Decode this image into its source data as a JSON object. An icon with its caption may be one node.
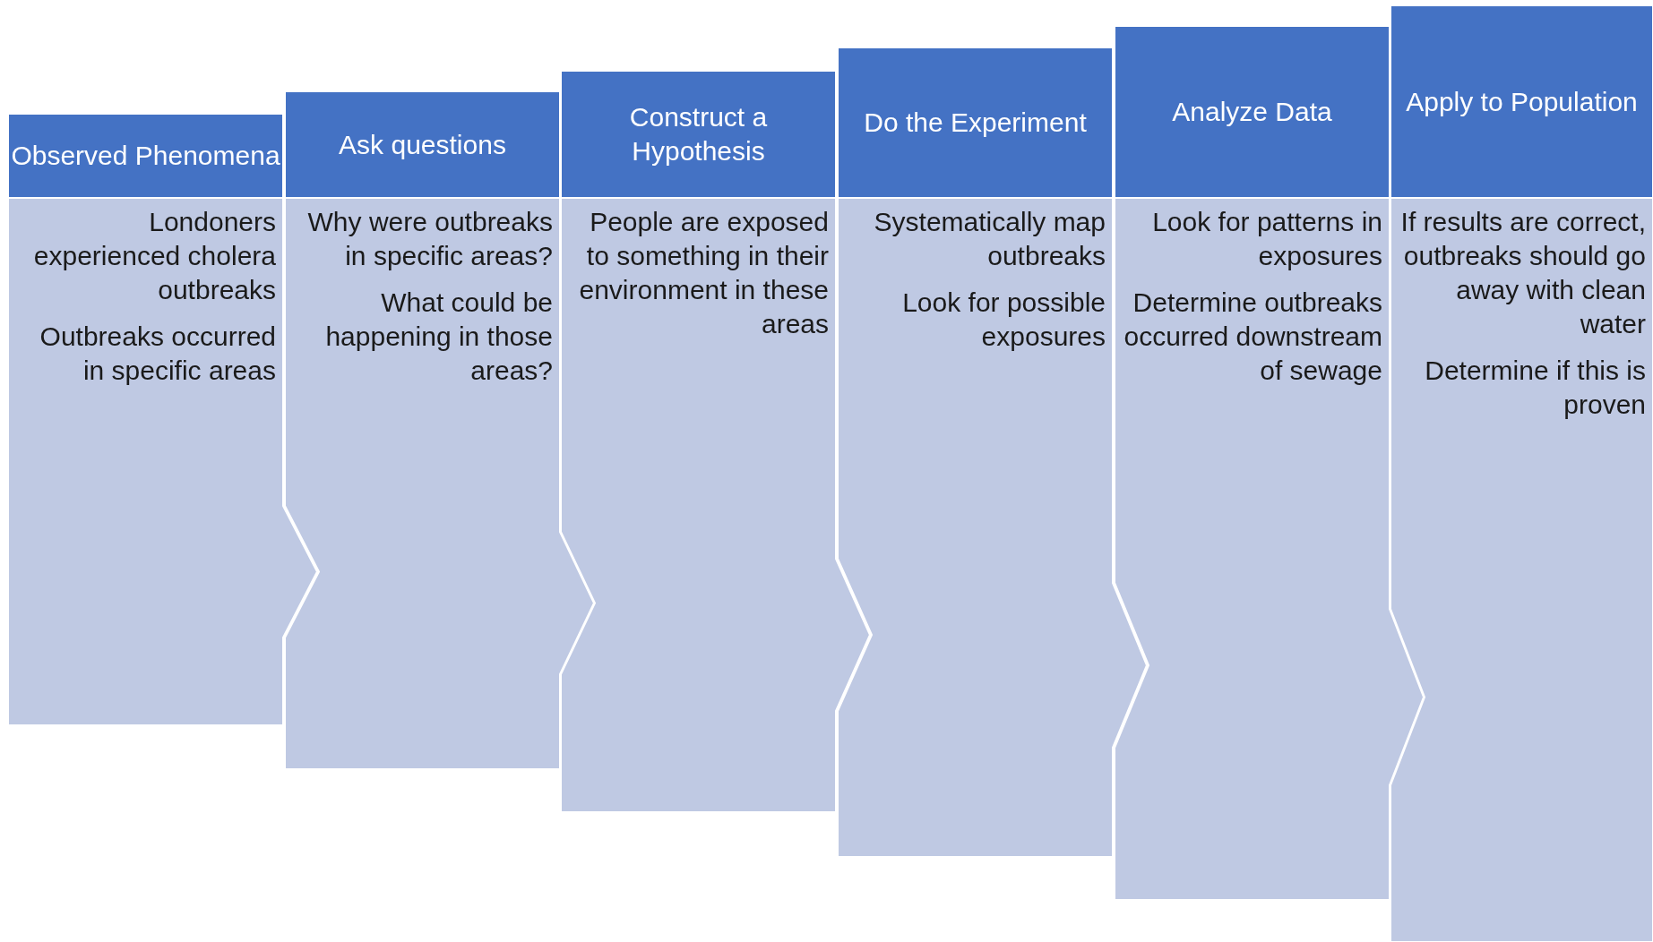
{
  "diagram": {
    "nodes": [
      {
        "text": [
          "Observed Phenomena",
          "Londoners experienced cholera outbreaks",
          "Outbreaks occurred in specific areas"
        ]
      },
      {
        "text": [
          "Ask  questions",
          "Why were outbreaks in specific areas?",
          "What could be happening in those areas?"
        ]
      },
      {
        "text": [
          "Construct a Hypothesis",
          "People are exposed to something in their environment in these areas"
        ]
      },
      {
        "text": [
          "Do the Experiment",
          "Systematically map outbreaks",
          "Look for possible exposures"
        ]
      },
      {
        "text": [
          "Analyze Data",
          "Look for patterns in exposures",
          "Determine outbreaks occurred downstream of sewage"
        ]
      },
      {
        "text": [
          "Apply to Population",
          "If results are correct, outbreaks should go away with clean water",
          "Determine if this is proven"
        ]
      }
    ]
  }
}
